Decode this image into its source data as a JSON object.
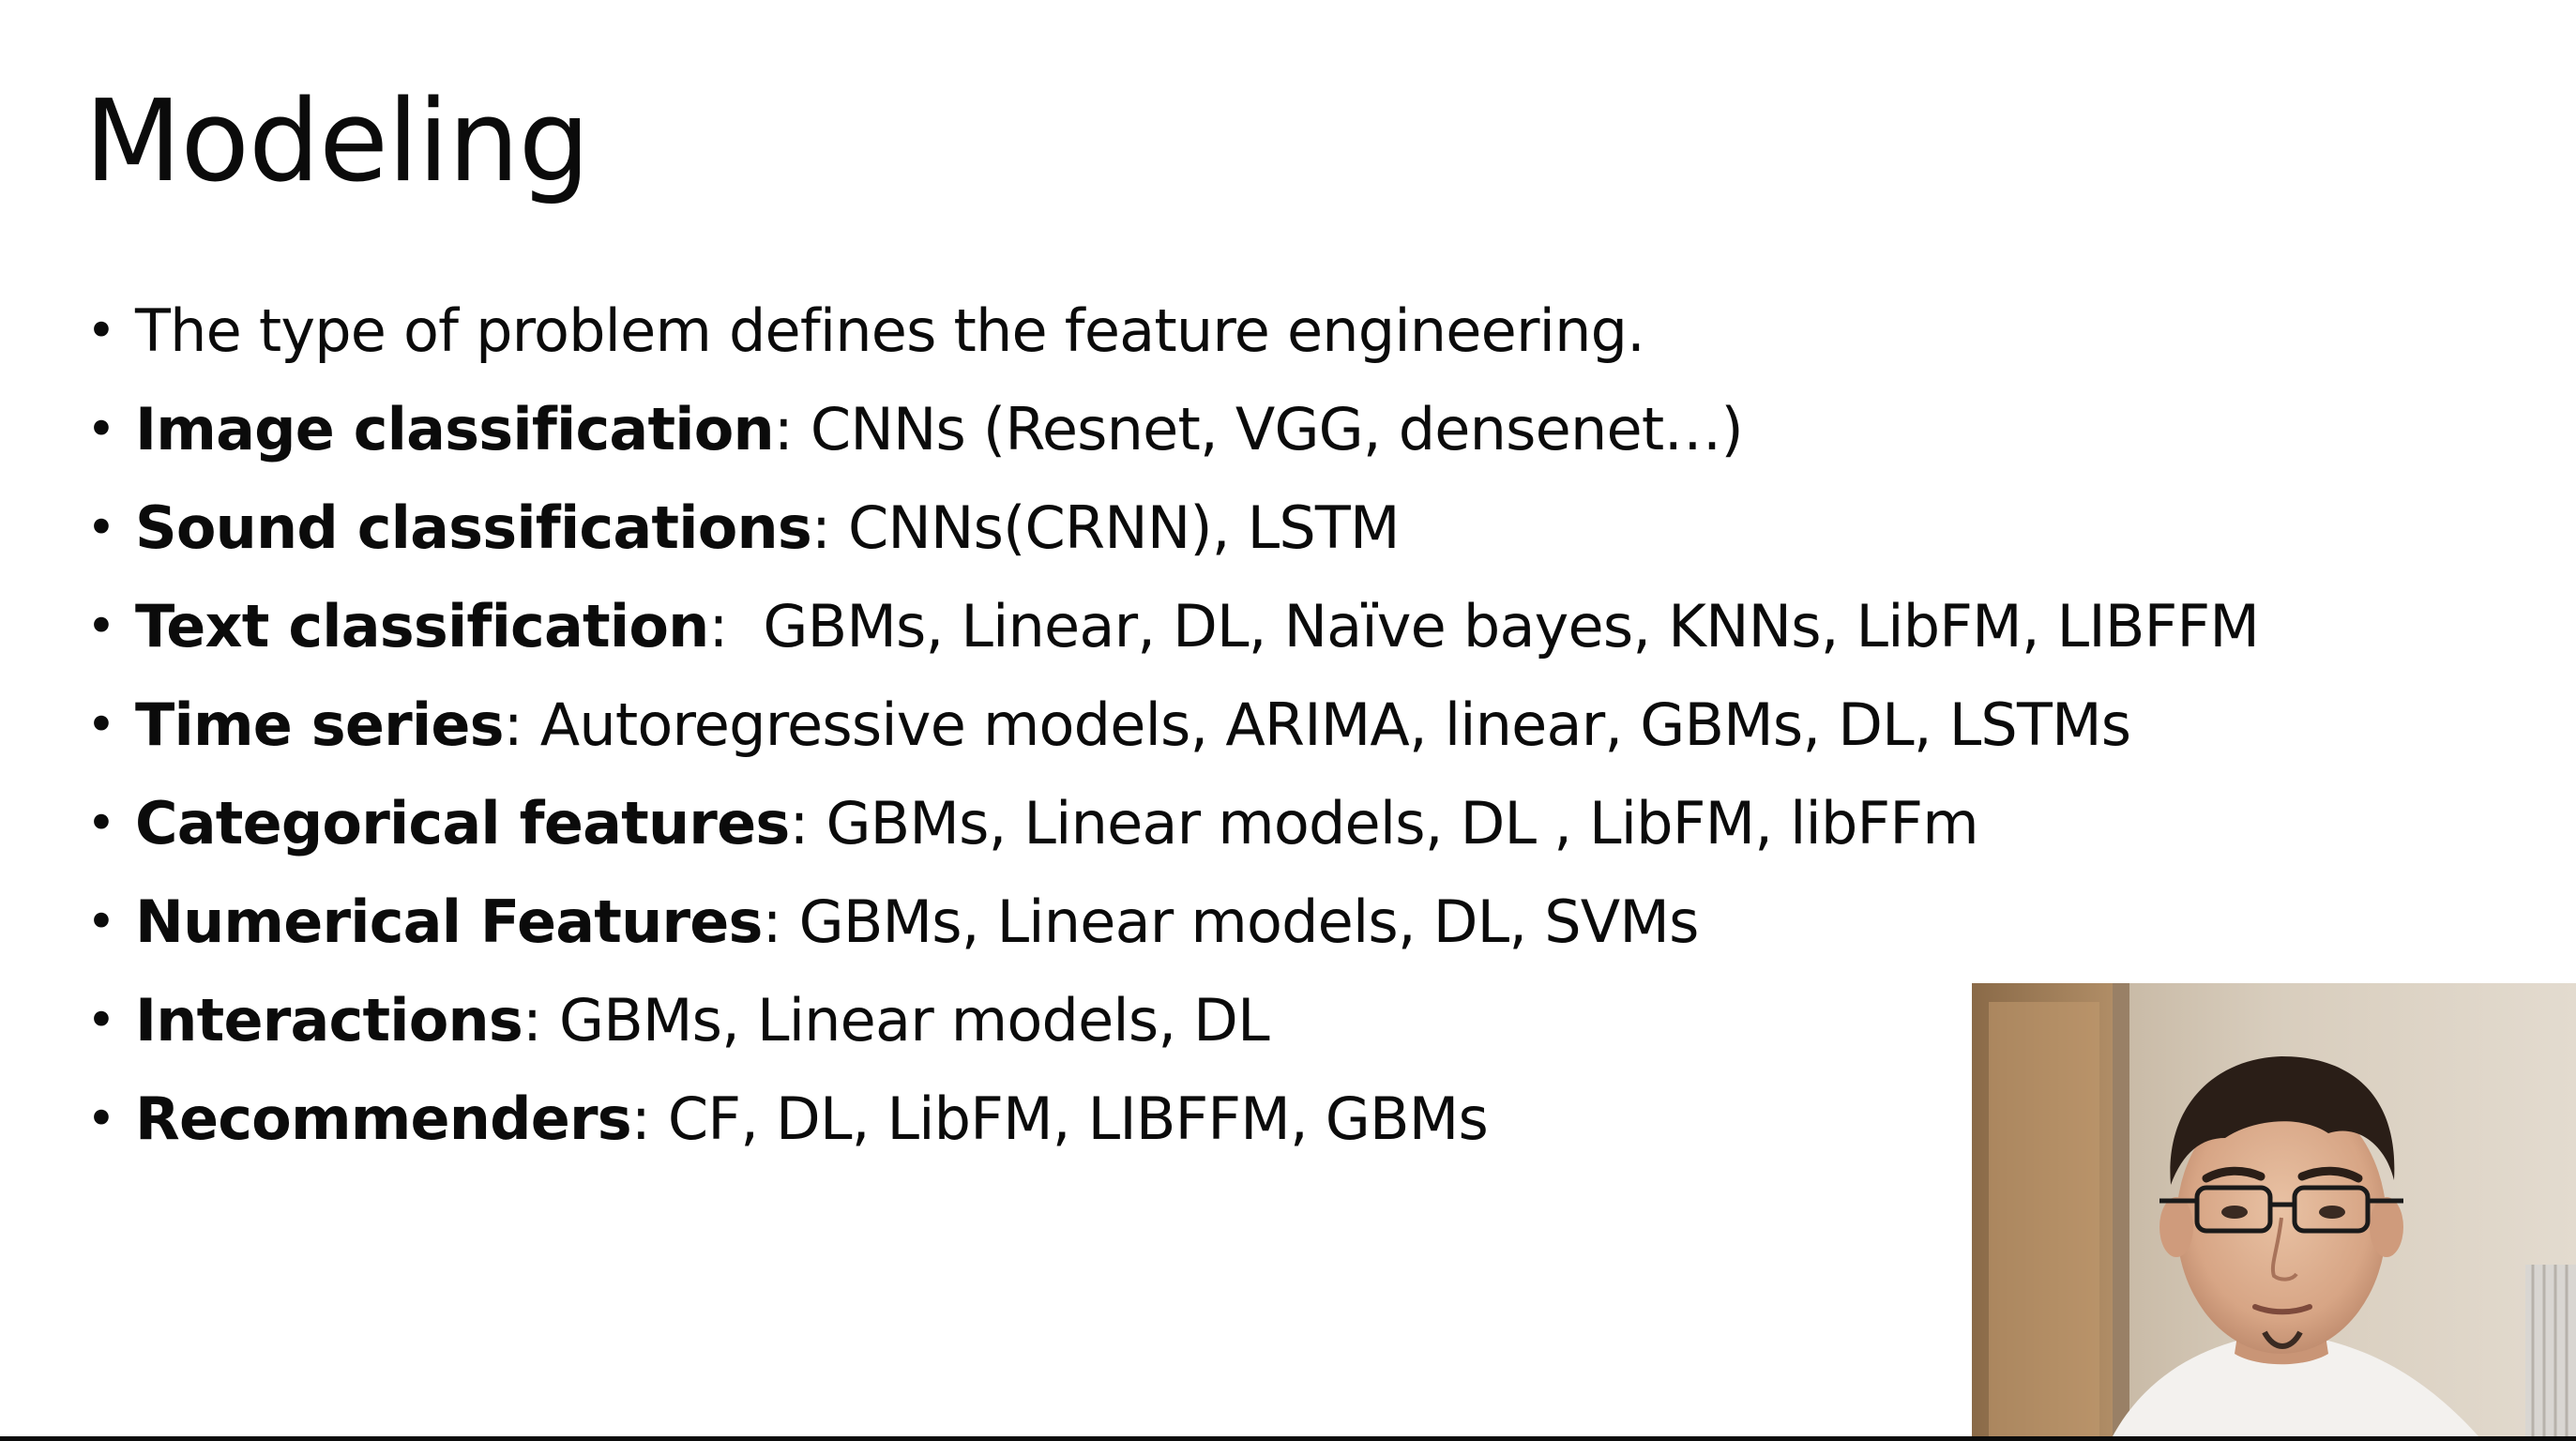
{
  "slide": {
    "title": "Modeling",
    "bullets": [
      {
        "term": "",
        "sep": "",
        "text": "The type of problem defines the feature engineering."
      },
      {
        "term": "Image classification",
        "sep": ":",
        "text": " CNNs (Resnet, VGG, densenet…)"
      },
      {
        "term": "Sound classifications",
        "sep": ":",
        "text": " CNNs(CRNN), LSTM"
      },
      {
        "term": "Text classification",
        "sep": ":",
        "text": "  GBMs, Linear, DL, Naïve bayes, KNNs, LibFM, LIBFFM"
      },
      {
        "term": "Time series",
        "sep": ":",
        "text": " Autoregressive models, ARIMA, linear, GBMs, DL, LSTMs"
      },
      {
        "term": "Categorical features",
        "sep": ":",
        "text": " GBMs, Linear models, DL , LibFM, libFFm"
      },
      {
        "term": "Numerical Features",
        "sep": ":",
        "text": " GBMs, Linear models, DL, SVMs"
      },
      {
        "term": "Interactions",
        "sep": ":",
        "text": " GBMs, Linear models, DL"
      },
      {
        "term": "Recommenders",
        "sep": ":",
        "text": " CF, DL, LibFM, LIBFFM, GBMs"
      }
    ],
    "bullet_glyph": "•"
  },
  "webcam": {
    "icon": "presenter-webcam-image"
  },
  "colors": {
    "background": "#ffffff",
    "text": "#0b0b0b"
  }
}
